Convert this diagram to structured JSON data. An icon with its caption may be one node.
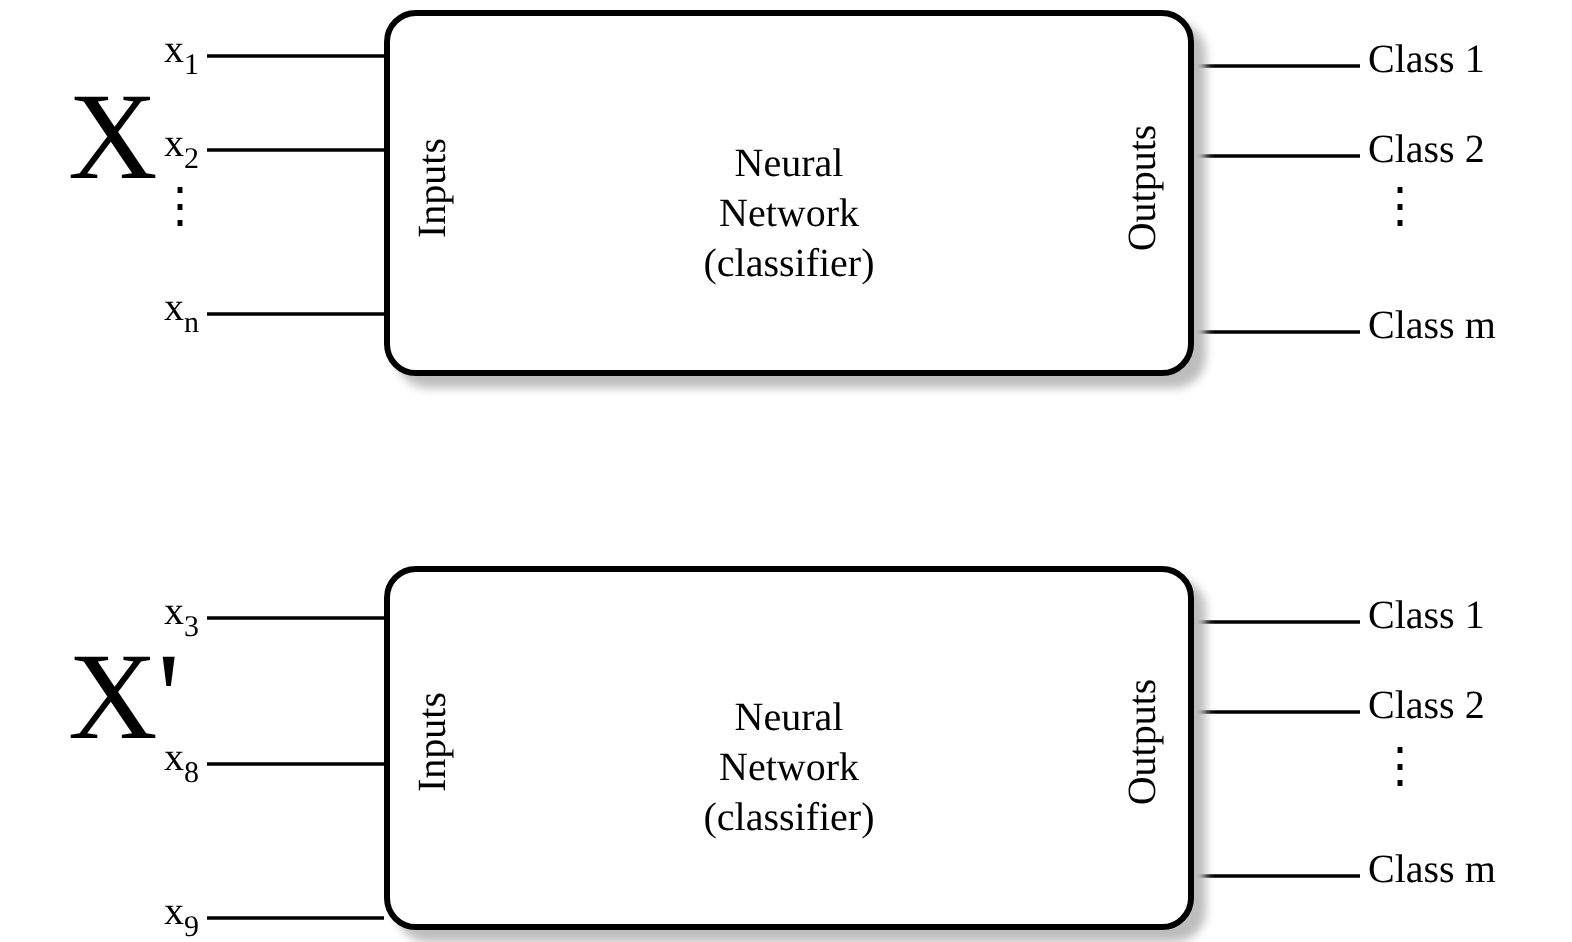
{
  "diagram": {
    "nodes": [
      {
        "text": [
          "x$_{1}$"
        ]
      },
      {
        "text": [
          "x$_{2}$"
        ]
      },
      {
        "text": [
          "x$_{n}$"
        ]
      },
      {
        "text": [
          "Inputs",
          "Neural Network (classifier)",
          "Outputs"
        ]
      },
      {
        "text": [
          "Class 1"
        ]
      },
      {
        "text": [
          "Class 2"
        ]
      },
      {
        "text": [
          "Class m"
        ]
      },
      {
        "text": [
          "x$_{3}$"
        ]
      },
      {
        "text": [
          "x$_{8}$"
        ]
      },
      {
        "text": [
          "x$_{9}$"
        ]
      },
      {
        "text": [
          "Inputs",
          "Neural Network (classifier)",
          "Outputs"
        ]
      },
      {
        "text": [
          "Class 1"
        ]
      },
      {
        "text": [
          "Class 2"
        ]
      },
      {
        "text": [
          "Class m"
        ]
      }
    ],
    "edges": [
      {
        "from": 0,
        "to": 3,
        "arrow": "none"
      },
      {
        "from": 1,
        "to": 3,
        "arrow": "none"
      },
      {
        "from": 2,
        "to": 3,
        "arrow": "none"
      },
      {
        "from": 3,
        "to": 4,
        "arrow": "none"
      },
      {
        "from": 3,
        "to": 5,
        "arrow": "none"
      },
      {
        "from": 3,
        "to": 6,
        "arrow": "none"
      },
      {
        "from": 7,
        "to": 10,
        "arrow": "none"
      },
      {
        "from": 8,
        "to": 10,
        "arrow": "none"
      },
      {
        "from": 9,
        "to": 10,
        "arrow": "none"
      },
      {
        "from": 10,
        "to": 11,
        "arrow": "none"
      },
      {
        "from": 10,
        "to": 12,
        "arrow": "none"
      },
      {
        "from": 10,
        "to": 13,
        "arrow": "none"
      }
    ],
    "labels": [
      "X",
      "⋮",
      "⋮",
      "X'",
      "⋮"
    ]
  }
}
